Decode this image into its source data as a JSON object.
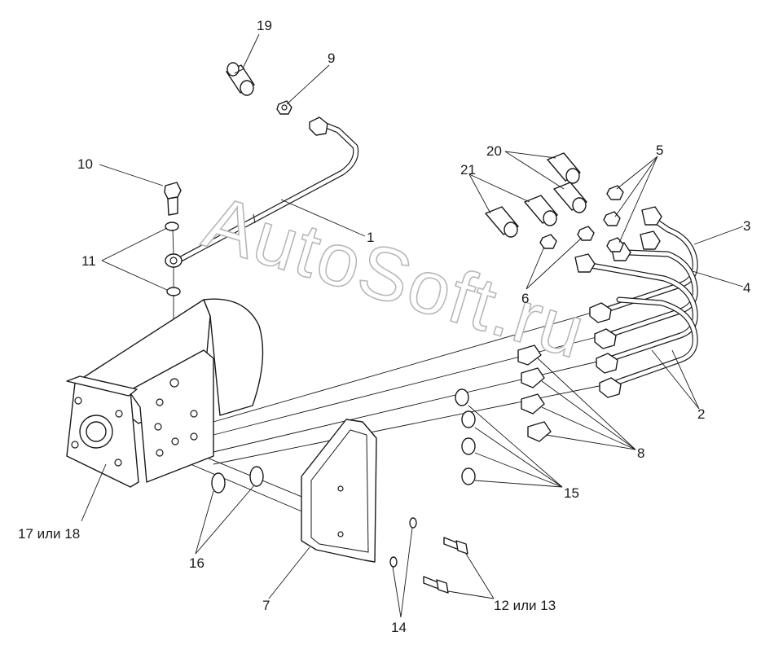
{
  "watermark": "AutoSoft.ru",
  "callouts": {
    "c1": "1",
    "c2": "2",
    "c3": "3",
    "c4": "4",
    "c5": "5",
    "c6": "6",
    "c7": "7",
    "c8": "8",
    "c9": "9",
    "c10": "10",
    "c11": "11",
    "c12": "12 или 13",
    "c14": "14",
    "c15": "15",
    "c16": "16",
    "c17": "17 или 18",
    "c19": "19",
    "c20": "20",
    "c21": "21"
  }
}
